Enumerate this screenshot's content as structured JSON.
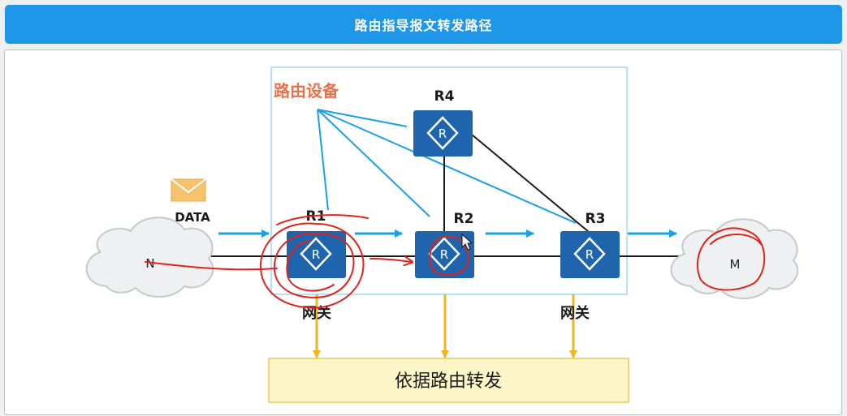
{
  "header": {
    "title": "路由指导报文转发路径"
  },
  "diagram": {
    "group_label": "路由设备",
    "data_label": "DATA",
    "routers": [
      {
        "id": "r1",
        "label": "R1"
      },
      {
        "id": "r2",
        "label": "R2"
      },
      {
        "id": "r3",
        "label": "R3"
      },
      {
        "id": "r4",
        "label": "R4"
      }
    ],
    "router_glyph": "R",
    "clouds": [
      {
        "id": "n",
        "label": "N"
      },
      {
        "id": "m",
        "label": "M"
      }
    ],
    "gateway_labels": [
      "网关",
      "网关"
    ],
    "forward_box_label": "依据路由转发",
    "colors": {
      "title_bar": "#1f97e8",
      "router": "#1e65ad",
      "arrow_blue": "#1aa0e6",
      "arrow_yellow": "#f1b51f",
      "group_label": "#e8704a",
      "annotation_red": "#e0231c",
      "forward_box": "#fbf5c7"
    },
    "icons": [
      "envelope-icon",
      "router-icon",
      "cloud-icon",
      "cursor-icon"
    ]
  }
}
